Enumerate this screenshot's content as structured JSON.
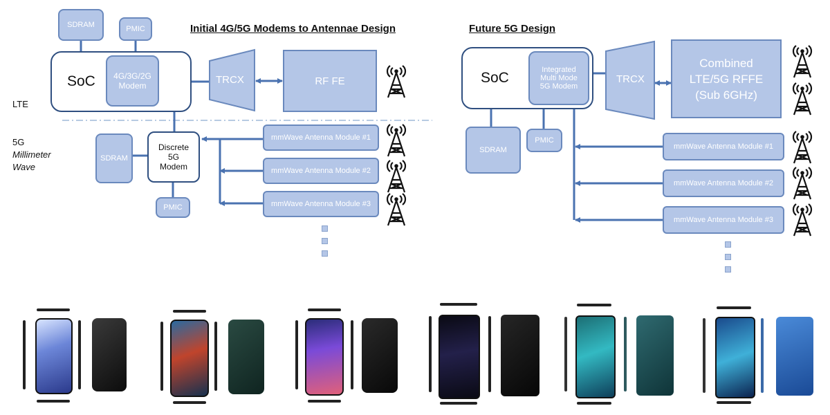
{
  "left": {
    "title": "Initial 4G/5G Modems to Antennae Design",
    "sdram_top": "SDRAM",
    "pmic_top": "PMIC",
    "soc": "SoC",
    "modem": "4G/3G/2G\nModem",
    "trcx": "TRCX",
    "rffe": "RF FE",
    "lte_label": "LTE",
    "fiveg_label": "5G",
    "mmwave_label": "Millimeter\nWave",
    "sdram_bottom": "SDRAM",
    "discrete_modem": "Discrete\n5G\nModem",
    "pmic_bottom": "PMIC",
    "modules": [
      "mmWave Antenna Module #1",
      "mmWave Antenna Module #2",
      "mmWave Antenna Module #3"
    ]
  },
  "right": {
    "title": "Future 5G Design",
    "soc": "SoC",
    "modem": "Integrated\nMulti Mode\n5G Modem",
    "trcx": "TRCX",
    "rffe": "Combined\nLTE/5G RFFE\n(Sub 6GHz)",
    "sdram": "SDRAM",
    "pmic": "PMIC",
    "modules": [
      "mmWave Antenna Module #1",
      "mmWave Antenna Module #2",
      "mmWave Antenna Module #3"
    ]
  },
  "colors": {
    "box_fill": "#b4c6e7",
    "box_border": "#6a89bd",
    "line": "#4a72b0",
    "outline": "#2f4f80",
    "divider": "#9fb8d8"
  },
  "icons": [
    "cell-tower-icon",
    "phone-front-image",
    "phone-back-image",
    "phone-side-image"
  ]
}
